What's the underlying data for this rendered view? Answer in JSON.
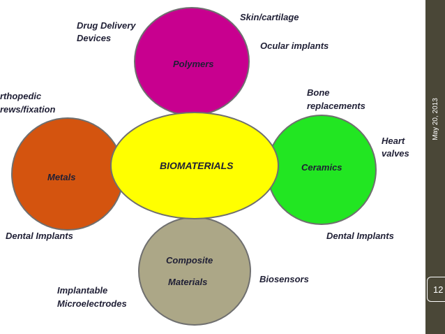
{
  "center": {
    "label": "BIOMATERIALS",
    "color": "#ffff00"
  },
  "nodes": {
    "polymers": {
      "label": "Polymers",
      "color": "#c8008f"
    },
    "metals": {
      "label": "Metals",
      "color": "#d4540f"
    },
    "ceramics": {
      "label": "Ceramics",
      "color": "#22e622"
    },
    "composite": {
      "line1": "Composite",
      "line2": "Materials",
      "color": "#aca787"
    }
  },
  "applications": {
    "drug_delivery": [
      "Drug Delivery",
      "Devices"
    ],
    "skin_cartilage": "Skin/cartilage",
    "ocular_implants": "Ocular implants",
    "orthopedic": [
      "rthopedic",
      "rews/fixation"
    ],
    "bone_replacements": [
      "Bone",
      "replacements"
    ],
    "heart_valves": [
      "Heart",
      "valves"
    ],
    "dental_implants_left": "Dental Implants",
    "dental_implants_right": "Dental Implants",
    "biosensors": "Biosensors",
    "implantable_microelectrodes": [
      "Implantable",
      "Microelectrodes"
    ]
  },
  "sidebar": {
    "date": "May 20, 2013",
    "page_number": "12"
  }
}
